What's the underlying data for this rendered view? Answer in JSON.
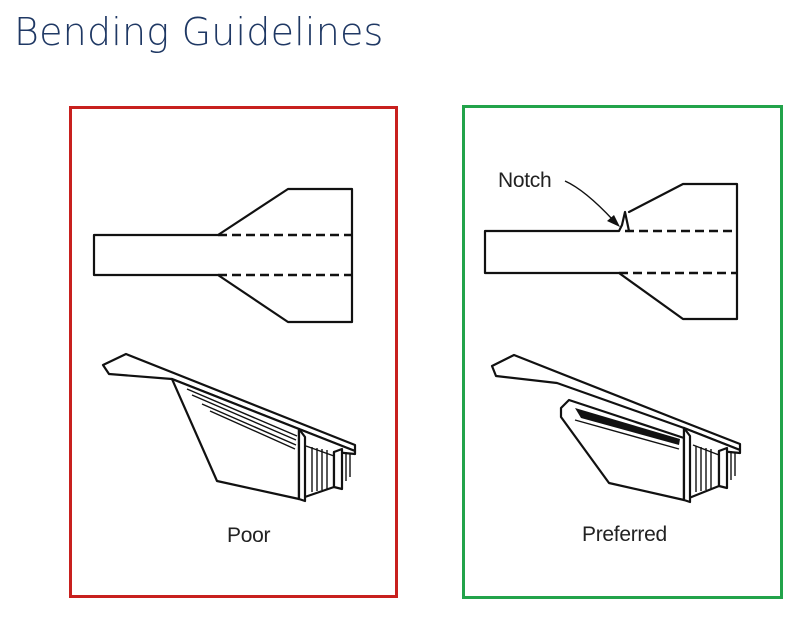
{
  "title": "Bending Guidelines",
  "panels": {
    "poor": {
      "caption": "Poor",
      "border_color": "#c8201e"
    },
    "preferred": {
      "caption": "Preferred",
      "border_color": "#22a34a",
      "callout": "Notch"
    }
  },
  "colors": {
    "title": "#1f3864"
  }
}
